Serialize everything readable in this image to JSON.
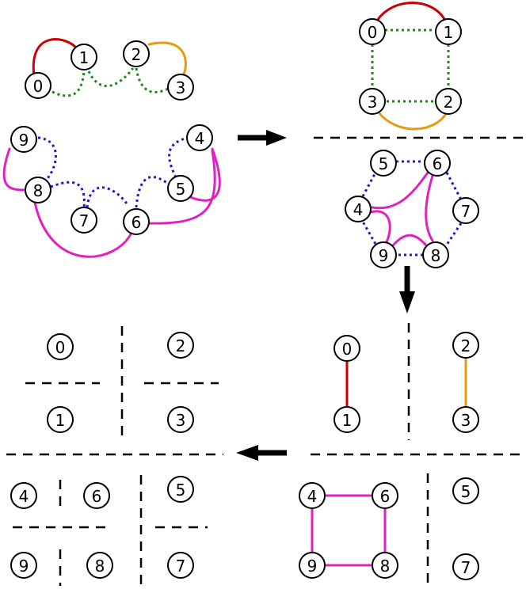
{
  "colors": {
    "red": "#cc0000",
    "orange": "#e89a10",
    "magenta": "#e020c0",
    "green": "#1a8a1a",
    "blue": "#1a1ad0",
    "black": "#000000"
  },
  "panels": {
    "top_left": {
      "node_labels": [
        "0",
        "1",
        "2",
        "3",
        "4",
        "5",
        "6",
        "7",
        "8",
        "9"
      ]
    },
    "top_right": {
      "node_labels": [
        "0",
        "1",
        "2",
        "3",
        "4",
        "5",
        "6",
        "7",
        "8",
        "9"
      ]
    },
    "middle_right": {
      "node_labels": [
        "0",
        "1",
        "2",
        "3",
        "4",
        "5",
        "6",
        "7",
        "8",
        "9"
      ]
    },
    "bottom_left": {
      "node_labels": [
        "0",
        "1",
        "2",
        "3",
        "4",
        "5",
        "6",
        "7",
        "8",
        "9"
      ]
    }
  }
}
